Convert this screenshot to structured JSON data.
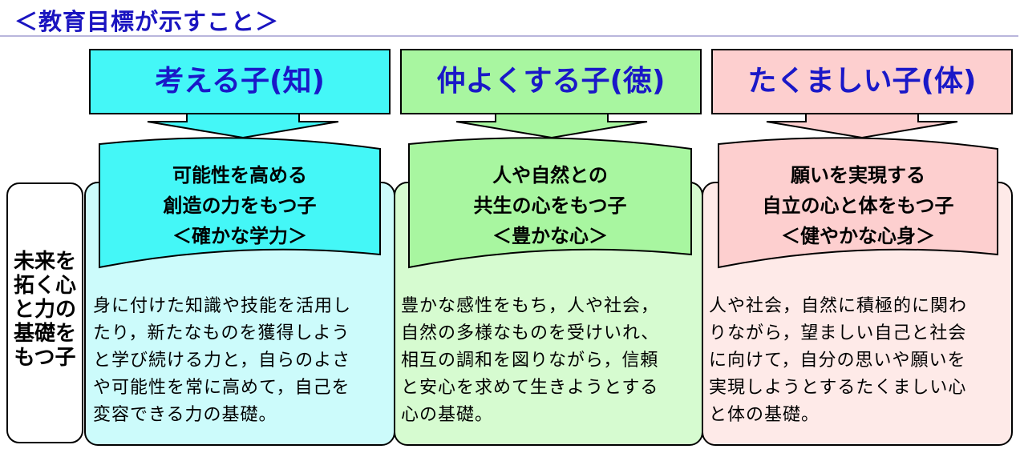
{
  "title": "＜教育目標が示すこと＞",
  "side_label": [
    "未来を",
    "拓く心",
    "と力の",
    "基礎を",
    "もつ子"
  ],
  "colors": {
    "title": "#1a14c0",
    "header_text": "#1a18c8",
    "cyan_box": "#44f7f7",
    "cyan_panel": "#ccfbfb",
    "green_box": "#a8f6a0",
    "green_panel": "#d6fbd0",
    "pink_box": "#fdcfcf",
    "pink_panel": "#feeae8"
  },
  "columns": [
    {
      "header": "考える子(知)",
      "banner": [
        "可能性を高める",
        "創造の力をもつ子",
        "＜確かな学力＞"
      ],
      "description": [
        "身に付けた知識や技能を活用し",
        "たり，新たなものを獲得しよう",
        "と学び続ける力と，自らのよさ",
        "や可能性を常に高めて，自己を",
        "変容できる力の基礎。"
      ]
    },
    {
      "header": "仲よくする子(徳)",
      "banner": [
        "人や自然との",
        "共生の心をもつ子",
        "＜豊かな心＞"
      ],
      "description": [
        "豊かな感性をもち，人や社会，",
        "自然の多様なものを受けいれ、",
        "相互の調和を図りながら，信頼",
        "と安心を求めて生きようとする",
        "心の基礎。"
      ]
    },
    {
      "header": "たくましい子(体)",
      "banner": [
        "願いを実現する",
        "自立の心と体をもつ子",
        "＜健やかな心身＞"
      ],
      "description": [
        "人や社会，自然に積極的に関わ",
        "りながら，望ましい自己と社会",
        "に向けて，自分の思いや願いを",
        "実現しようとするたくましい心",
        "と体の基礎。"
      ]
    }
  ]
}
